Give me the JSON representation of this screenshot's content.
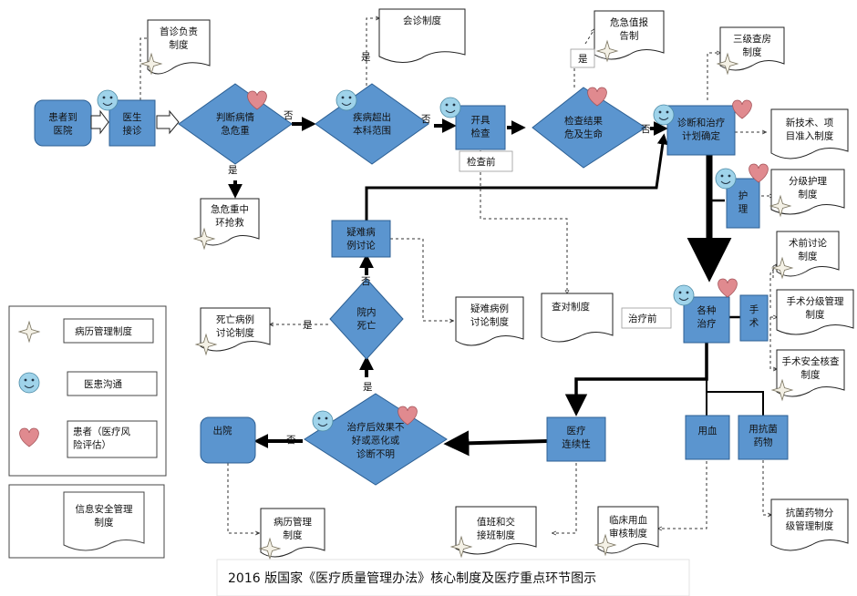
{
  "colors": {
    "box_fill": "#5b95cf",
    "box_stroke": "#2c5f93",
    "heart": "#e08a8f",
    "smiley": "#9fd3ea",
    "arrow": "#000000"
  },
  "caption": "2016 版国家《医疗质量管理办法》核心制度及医疗重点环节图示",
  "legend": [
    {
      "icon": "star-icon",
      "label": "病历管理制度"
    },
    {
      "icon": "smiley-icon",
      "label": "医患沟通"
    },
    {
      "icon": "heart-icon",
      "label": "患者（医疗风险评估）"
    },
    {
      "icon": "document-icon",
      "label": "信息安全管理制度"
    }
  ],
  "nodes": {
    "patient_arrival": "患者到医院",
    "doctor_visit": "医生接诊",
    "judge_critical": "判断病情急危重",
    "beyond_scope": "疾病超出本科范围",
    "order_exam": "开具检查",
    "exam_result": "检查结果危及生命",
    "plan": "诊断和治疗计划确定",
    "nursing": "护理",
    "treatments": "各种治疗",
    "surgery": "手术",
    "difficult_case": "疑难病例讨论",
    "death": "院内死亡",
    "outcome": "治疗后效果不好或恶化或诊断不明",
    "discharge": "出院",
    "continuity": "医疗连续性",
    "blood": "用血",
    "antibiotics": "用抗菌药物"
  },
  "documents": {
    "first_visit": "首诊负责制度",
    "consultation": "会诊制度",
    "critical_value": "危急值报告制度",
    "three_level": "三级查房制度",
    "new_tech": "新技术、项目准入制度",
    "emergency_rescue": "急危重中环抢救",
    "grade_nursing": "分级护理制度",
    "preop": "术前讨论制度",
    "surgery_grade": "手术分级管理制度",
    "surgery_safety": "手术安全核查制度",
    "death_discuss": "死亡病例讨论制度",
    "difficult_discuss": "疑难病例讨论制度",
    "check_verify": "查对制度",
    "records": "病历管理制度",
    "handover": "值班和交接班制度",
    "blood_review": "临床用血审核制度",
    "antibiotic_grade": "抗菌药物分级管理制度"
  },
  "edge_labels": {
    "no1": "否",
    "no2": "否",
    "no3": "否",
    "no4": "否",
    "no5": "否",
    "yes1": "是",
    "yes2": "是",
    "yes3": "是",
    "yes4": "是",
    "yes5": "是",
    "before_exam": "检查前",
    "before_treat": "治疗前"
  }
}
